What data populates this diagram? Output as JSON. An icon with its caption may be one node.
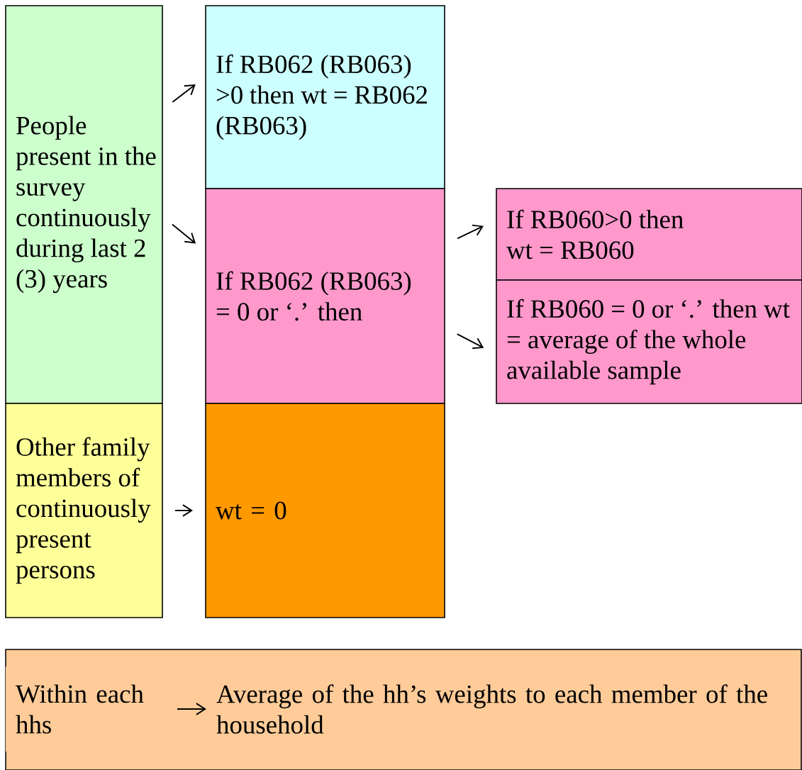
{
  "diagram": {
    "nodes": [
      {
        "text": [
          "People present in the survey continuously during last 2 (3) years"
        ]
      },
      {
        "text": [
          "Other family members of continuously present persons"
        ]
      },
      {
        "text": [
          "If RB062 (RB063) >0 then wt = RB062 (RB063)"
        ]
      },
      {
        "text": [
          "If RB062 (RB063) = 0 or ‘.’ then"
        ]
      },
      {
        "text": [
          "wt = 0"
        ]
      },
      {
        "text": [
          "If RB060>0 then wt = RB060"
        ]
      },
      {
        "text": [
          "If RB060 = 0 or ‘.’ then wt = average of the whole available sample"
        ]
      },
      {
        "text": [],
        "shape": "box"
      },
      {
        "text": [
          "Within each hhs"
        ],
        "in": 7
      },
      {
        "text": [
          "Average of the hh’s weights to each member of the household"
        ],
        "in": 7
      }
    ],
    "edges": [
      {
        "from": 0,
        "to": 2,
        "arrow": "to"
      },
      {
        "from": 0,
        "to": 3,
        "arrow": "to"
      },
      {
        "from": 1,
        "to": 4,
        "arrow": "to"
      },
      {
        "from": 3,
        "to": 5,
        "arrow": "to"
      },
      {
        "from": 3,
        "to": 6,
        "arrow": "to"
      },
      {
        "from": 8,
        "to": 9,
        "arrow": "to"
      }
    ]
  }
}
